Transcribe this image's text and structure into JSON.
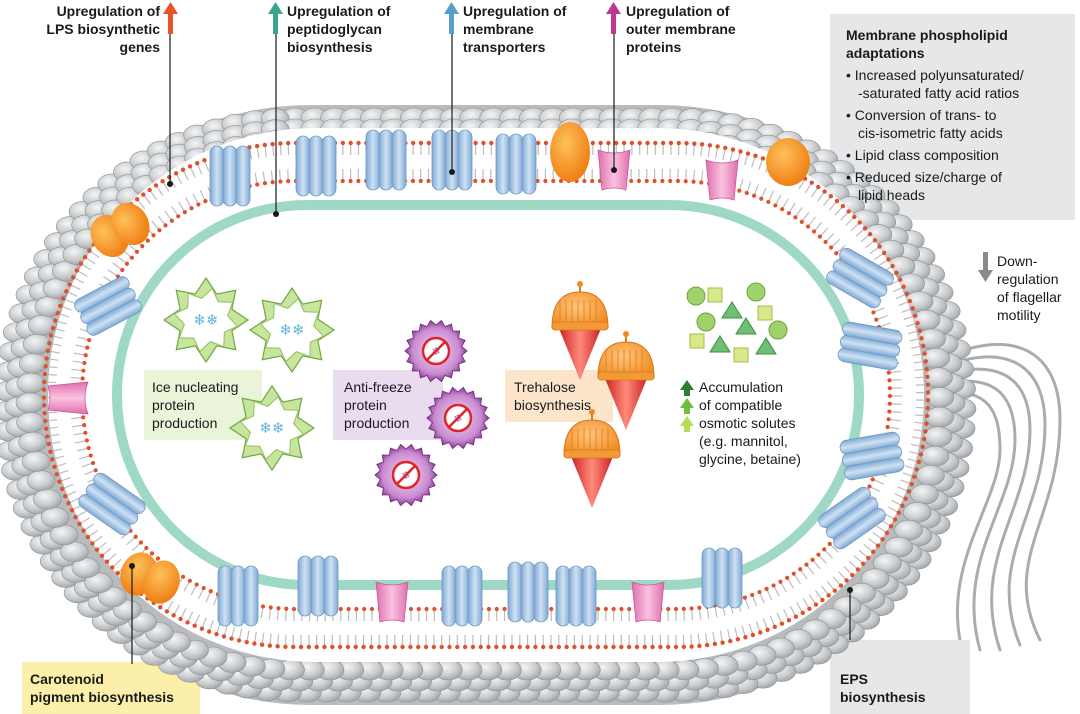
{
  "labels": {
    "lps": [
      "Upregulation of",
      "LPS biosynthetic",
      "genes"
    ],
    "peptidoglycan": [
      "Upregulation of",
      "peptidoglycan",
      "biosynthesis"
    ],
    "transporters": [
      "Upregulation of",
      "membrane",
      "transporters"
    ],
    "outer_membrane": [
      "Upregulation of",
      "outer membrane",
      "proteins"
    ],
    "phospholipid_title": [
      "Membrane phospholipid",
      "adaptations"
    ],
    "phospholipid_items": [
      [
        "Increased polyunsaturated/",
        "-saturated fatty acid ratios"
      ],
      [
        "Conversion of trans- to",
        "cis-isometric fatty acids"
      ],
      [
        "Lipid class composition"
      ],
      [
        "Reduced size/charge of",
        "lipid heads"
      ]
    ],
    "flagellar": [
      "Down-",
      "regulation",
      "of flagellar",
      "motility"
    ],
    "ice": [
      "Ice nucleating",
      "protein",
      "production"
    ],
    "antifreeze": [
      "Anti-freeze",
      "protein",
      "production"
    ],
    "trehalose": [
      "Trehalose",
      "biosynthesis"
    ],
    "solutes": [
      "Accumulation",
      "of compatible",
      "osmotic solutes",
      "(e.g. mannitol,",
      "glycine, betaine)"
    ],
    "carotenoid": [
      "Carotenoid",
      "pigment biosynthesis"
    ],
    "eps": [
      "EPS",
      "biosynthesis"
    ]
  },
  "colors": {
    "lps_arrow": "#e8542a",
    "peptidoglycan_arrow": "#3aa58a",
    "transporter_arrow": "#5b9ccf",
    "outer_membrane_arrow": "#c0378f",
    "down_arrow": "#8a8a8a",
    "lps_bead": "#c9ccce",
    "peptidoglycan_layer": "#9fd9c6",
    "lipid_head": "#e0502a",
    "transporter": "#a9c9e8",
    "porin": "#ef93c4",
    "carotenoid": "#f28a1c",
    "ice_box": "#e9f4d9",
    "antifreeze_box": "#e9dcef",
    "trehalose_box": "#fde5cc",
    "carotenoid_box": "#fcefa9",
    "grey_box": "#e6e7e8"
  }
}
